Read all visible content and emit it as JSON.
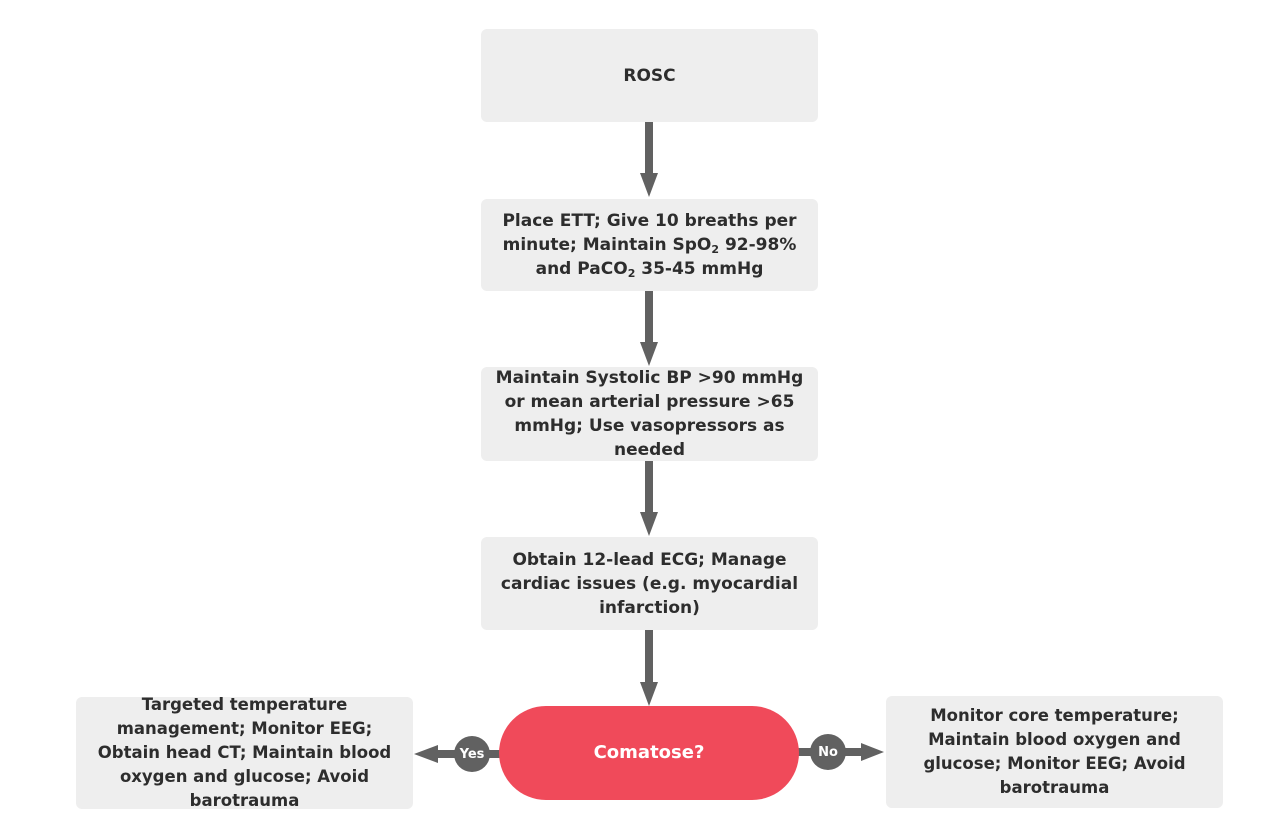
{
  "nodes": {
    "rosc": "ROSC",
    "ett": {
      "pre": "Place ETT; Give 10 breaths per minute; Maintain SpO",
      "sub1": "2",
      "mid": " 92-98% and PaCO",
      "sub2": "2",
      "post": " 35-45 mmHg"
    },
    "bp": "Maintain Systolic BP >90 mmHg or mean arterial pressure >65 mmHg; Use vasopressors as needed",
    "ecg": "Obtain 12-lead ECG; Manage cardiac issues (e.g. myocardial infarction)",
    "decision": "Comatose?",
    "yes_action": "Targeted temperature management; Monitor EEG; Obtain head CT; Maintain blood oxygen and glucose; Avoid barotrauma",
    "no_action": "Monitor core temperature; Maintain blood oxygen and glucose; Monitor EEG; Avoid barotrauma"
  },
  "edges": {
    "yes_label": "Yes",
    "no_label": "No"
  },
  "colors": {
    "node_fill": "#eeeeee",
    "decision_fill": "#f04a5a",
    "arrow": "#616161",
    "text": "#2d2d2d"
  }
}
